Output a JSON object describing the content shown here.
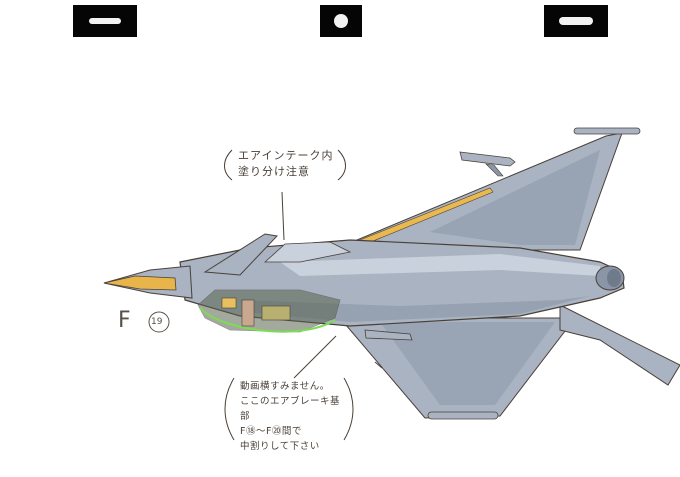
{
  "swatches": [
    {
      "name": "swatch-dash",
      "shape": "dash"
    },
    {
      "name": "swatch-dot",
      "shape": "dot"
    },
    {
      "name": "swatch-pill",
      "shape": "pill"
    }
  ],
  "notes": {
    "intake": "エアインテーク内\n塗り分け注意",
    "airbrake": "動画横すみません。\nここのエアブレーキ基部\nF⑱〜F⑳間で\n中割りして下さい"
  },
  "frame_label": {
    "letter": "F",
    "number": "19"
  },
  "colors": {
    "hull": "#a9b3c1",
    "hull_dark": "#8a96a8",
    "hull_light": "#c9d1dc",
    "nose": "#e8b54a",
    "accent": "#e9b84f",
    "highlight_green": "#7ddc55",
    "line": "#4a4038"
  }
}
